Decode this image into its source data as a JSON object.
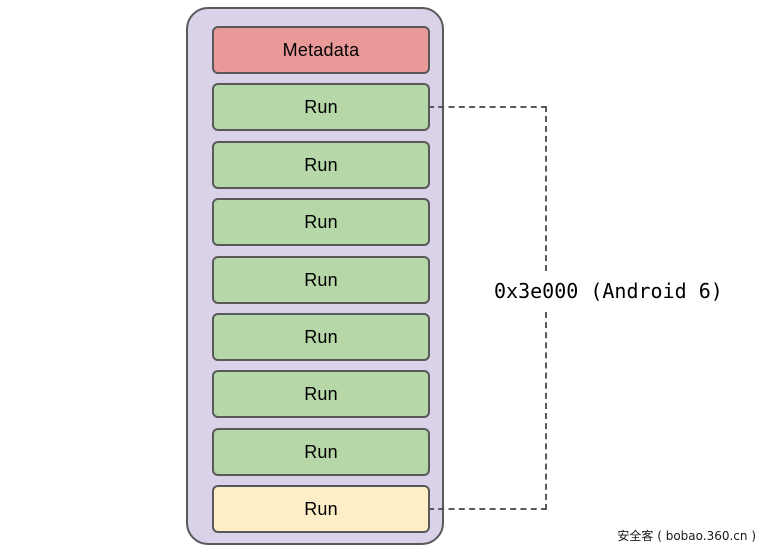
{
  "diagram": {
    "container": {
      "name": "heap-region",
      "fill_color": "#d9d2e9",
      "border_color": "#595959"
    },
    "blocks": [
      {
        "label": "Metadata",
        "fill_color": "#ea9999",
        "kind": "metadata"
      },
      {
        "label": "Run",
        "fill_color": "#b6d7a8",
        "kind": "run"
      },
      {
        "label": "Run",
        "fill_color": "#b6d7a8",
        "kind": "run"
      },
      {
        "label": "Run",
        "fill_color": "#b6d7a8",
        "kind": "run"
      },
      {
        "label": "Run",
        "fill_color": "#b6d7a8",
        "kind": "run"
      },
      {
        "label": "Run",
        "fill_color": "#b6d7a8",
        "kind": "run"
      },
      {
        "label": "Run",
        "fill_color": "#b6d7a8",
        "kind": "run"
      },
      {
        "label": "Run",
        "fill_color": "#b6d7a8",
        "kind": "run"
      },
      {
        "label": "Run",
        "fill_color": "#fdeec8",
        "kind": "run-last"
      }
    ],
    "annotation": {
      "size_label": "0x3e000 (Android 6)",
      "line_color": "#595959",
      "line_style": "dashed"
    }
  },
  "watermark": {
    "text": "安全客 ( bobao.360.cn )"
  }
}
